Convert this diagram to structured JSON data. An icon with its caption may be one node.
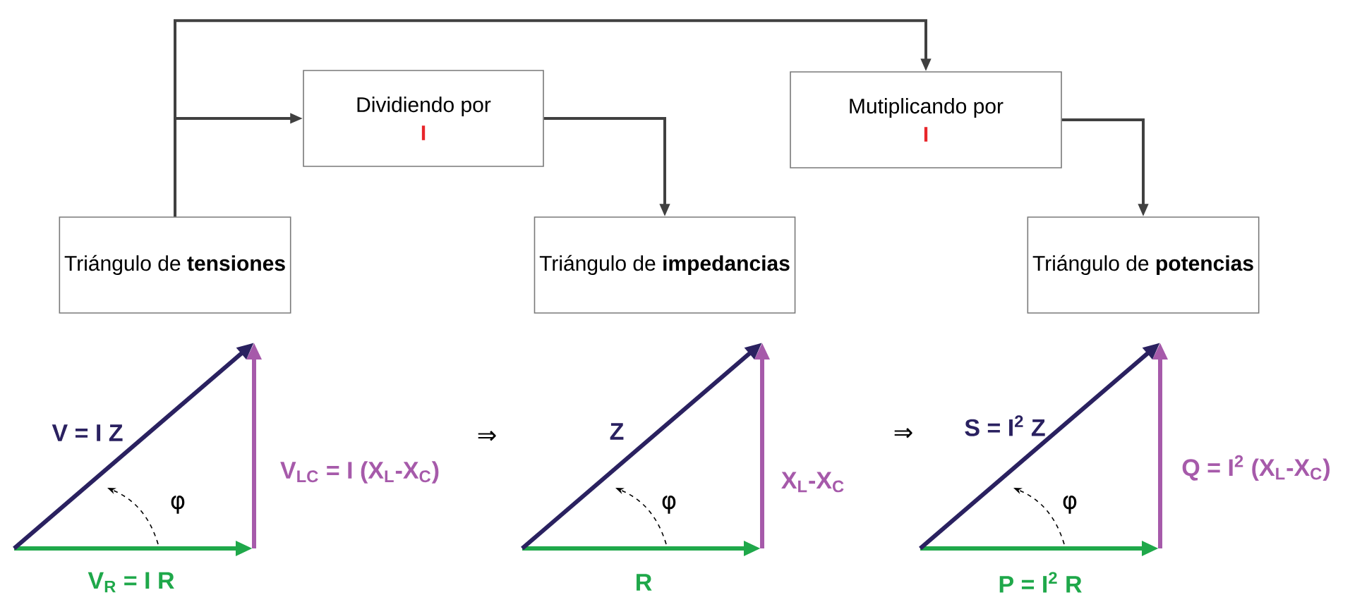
{
  "diagram": {
    "nodes": [
      {
        "text": [
          "Triángulo de **tensiones**"
        ]
      },
      {
        "text": [
          "Dividiendo por",
          "I"
        ]
      },
      {
        "text": [
          "Triángulo de **impedancias**"
        ]
      },
      {
        "text": [
          "Mutiplicando por",
          "I"
        ]
      },
      {
        "text": [
          "Triángulo de **potencias**"
        ]
      }
    ],
    "edges": [
      {
        "from": 0,
        "to": 1,
        "arrow": "to"
      },
      {
        "from": 0,
        "to": 3,
        "arrow": "to"
      },
      {
        "from": 1,
        "to": 2,
        "arrow": "to"
      },
      {
        "from": 3,
        "to": 4,
        "arrow": "to"
      }
    ],
    "labels": [
      "V = I Z",
      "V$_{LC}$ = I (X$_{L}$-X$_{C}$)",
      "φ",
      "V$_{R}$ = I R",
      "⇒",
      "Z",
      "X$_{L}$-X$_{C}$",
      "φ",
      "R",
      "⇒",
      "S = I$^{2}$ Z",
      "Q = I$^{2}$ (X$_{L}$-X$_{C}$)",
      "φ",
      "P  = I$^{2}$ R"
    ]
  }
}
